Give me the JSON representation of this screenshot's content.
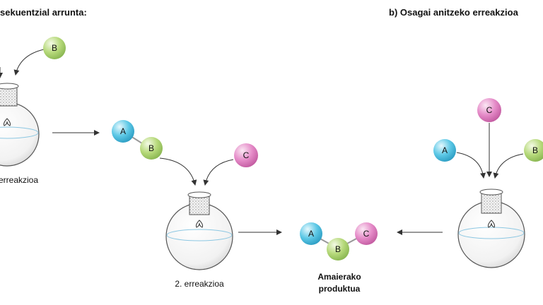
{
  "titles": {
    "left": "sekuentzial arrunta:",
    "right": "b) Osagai anitzeko erreakzioa"
  },
  "captions": {
    "first_reaction": "erreakzioa",
    "second_reaction": "2. erreakzioa",
    "final_product_line1": "Amaierako",
    "final_product_line2": "produktua"
  },
  "molecules": {
    "a": "A",
    "b": "B",
    "c": "C"
  },
  "colors": {
    "a": "#5cc8e6",
    "b": "#b6d97a",
    "c": "#e58bc8",
    "arrow": "#333333"
  }
}
